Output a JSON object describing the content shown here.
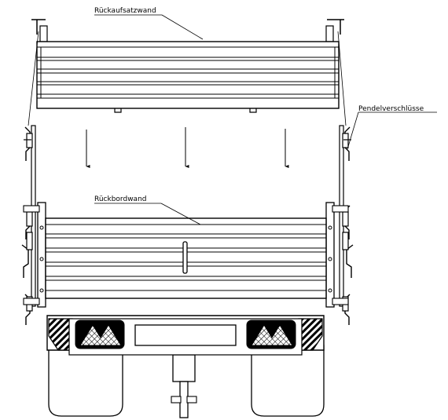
{
  "labels": {
    "rueckaufsatzwand": "Rückaufsatzwand",
    "rueckbordwand": "Rückbordwand",
    "pendelverschluesse": "Pendelverschlüsse"
  }
}
